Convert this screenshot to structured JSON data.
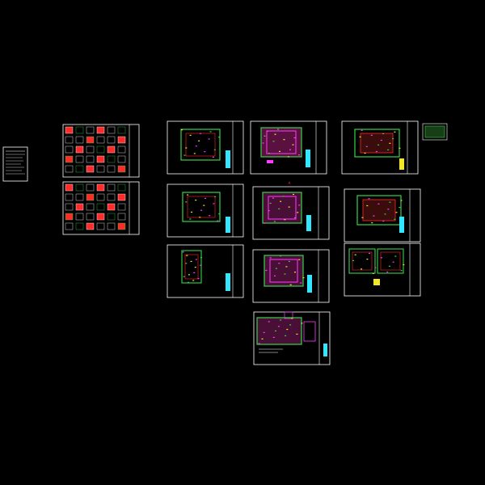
{
  "drawing": {
    "background": "#000000",
    "colors": {
      "frame": "#ffffff",
      "green": "#36d14a",
      "red": "#ff2b2b",
      "magenta": "#ff3cff",
      "cyan": "#33e6ff",
      "yellow": "#f2e62b"
    },
    "sheet_groups": [
      {
        "name": "cover-sheet",
        "count": 1
      },
      {
        "name": "detail-sheets",
        "count": 2
      },
      {
        "name": "plan-sheets-column-1",
        "count": 3
      },
      {
        "name": "plan-sheets-column-2",
        "count": 4
      },
      {
        "name": "plan-sheets-column-3",
        "count": 3
      },
      {
        "name": "small-legend",
        "count": 1
      }
    ],
    "marker_text": "A"
  }
}
